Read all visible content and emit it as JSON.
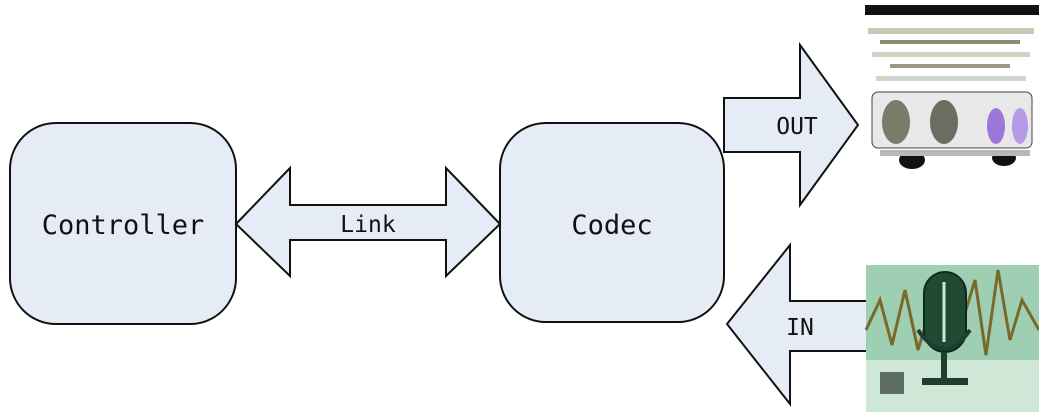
{
  "colors": {
    "fill": "#e6ecf6",
    "stroke": "#111111",
    "text": "#111111"
  },
  "nodes": {
    "controller": {
      "label": "Controller"
    },
    "codec": {
      "label": "Codec"
    }
  },
  "arrows": {
    "link": {
      "label": "Link",
      "direction": "bidirectional"
    },
    "out": {
      "label": "OUT",
      "direction": "right"
    },
    "in": {
      "label": "IN",
      "direction": "left"
    }
  },
  "images": {
    "speaker": {
      "icon": "speaker-device-icon"
    },
    "microphone": {
      "icon": "microphone-icon"
    }
  }
}
